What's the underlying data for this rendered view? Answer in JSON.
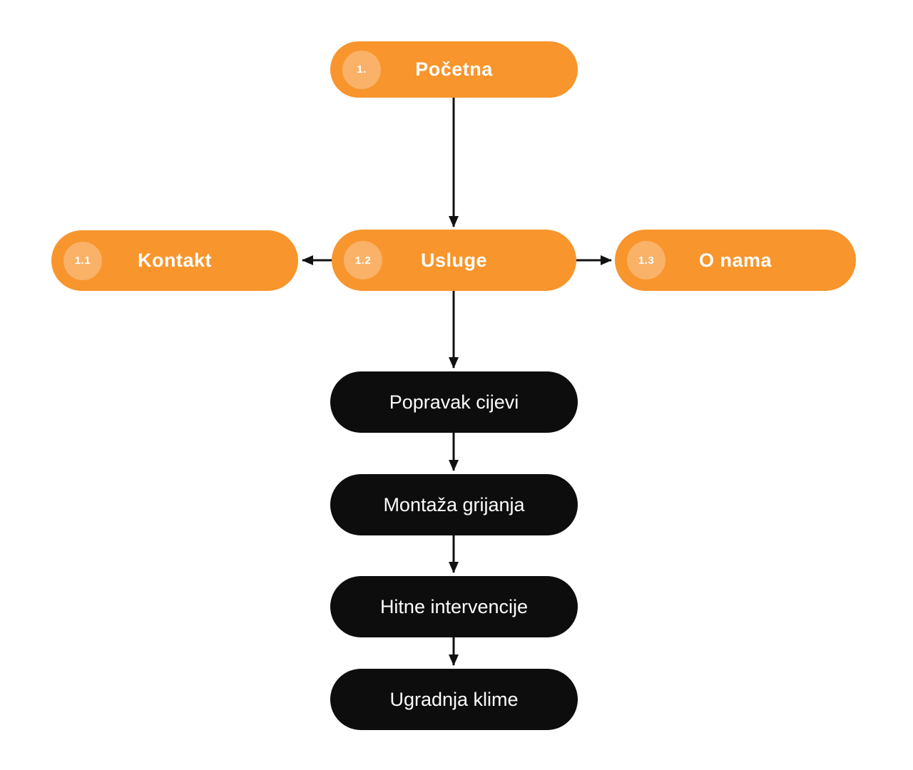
{
  "colors": {
    "orange": "#F8952C",
    "badge": "#F9B268",
    "dark": "#0D0D0D",
    "arrow": "#111111",
    "background": "#FFFFFF",
    "text": "#FFFFFF"
  },
  "nodes": {
    "pocetna": {
      "badge": "1.",
      "label": "Početna"
    },
    "kontakt": {
      "badge": "1.1",
      "label": "Kontakt"
    },
    "usluge": {
      "badge": "1.2",
      "label": "Usluge"
    },
    "o_nama": {
      "badge": "1.3",
      "label": "O nama"
    },
    "popravak_cijevi": {
      "label": "Popravak cijevi"
    },
    "montaza_grijanja": {
      "label": "Montaža grijanja"
    },
    "hitne_intervencije": {
      "label": "Hitne intervencije"
    },
    "ugradnja_klime": {
      "label": "Ugradnja klime"
    }
  }
}
